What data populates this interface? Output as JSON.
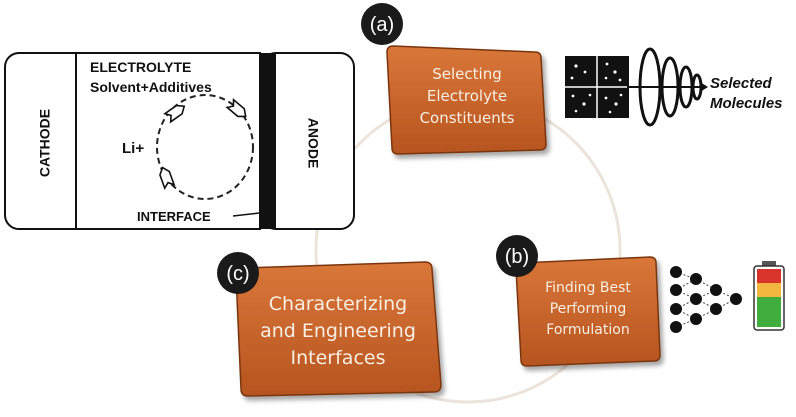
{
  "battery_cell": {
    "electrolyte_label": "ELECTROLYTE",
    "solvent_label": "Solvent+Additives",
    "cathode_label": "CATHODE",
    "anode_label": "ANODE",
    "ion_label": "Li+",
    "interface_label": "INTERFACE"
  },
  "steps": [
    {
      "marker": "(a)",
      "lines": [
        "Selecting",
        "Electrolyte",
        "Constituents"
      ]
    },
    {
      "marker": "(b)",
      "lines": [
        "Finding Best",
        "Performing",
        "Formulation"
      ]
    },
    {
      "marker": "(c)",
      "lines": [
        "Characterizing",
        "and Engineering",
        "Interfaces"
      ]
    }
  ],
  "selected_molecules": {
    "line1": "Selected",
    "line2": "Molecules"
  },
  "colors": {
    "step_box": "#c9652a",
    "step_box_dark": "#8e3f15",
    "step_text": "#fbeee2",
    "marker_bg": "#1a1a1a",
    "cycle_ring": "#eadfd4",
    "battery_top": "#d8342b",
    "battery_mid": "#f3b73f",
    "battery_bottom": "#3fae3f"
  },
  "icons": [
    "data-grid-icon",
    "funnel-rings-icon",
    "neural-network-icon",
    "battery-icon"
  ]
}
